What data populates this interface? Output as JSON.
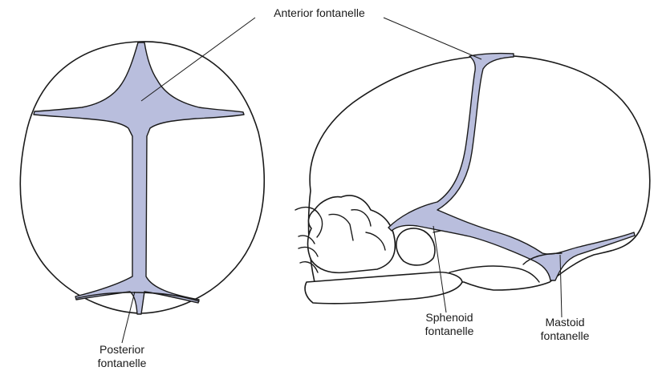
{
  "diagram": {
    "labels": {
      "anterior": "Anterior fontanelle",
      "posterior_line1": "Posterior",
      "posterior_line2": "fontanelle",
      "sphenoid_line1": "Sphenoid",
      "sphenoid_line2": "fontanelle",
      "mastoid_line1": "Mastoid",
      "mastoid_line2": "fontanelle"
    },
    "colors": {
      "fontanelle_fill": "#b9bedd",
      "outline": "#1a1a1a",
      "background": "#ffffff"
    }
  }
}
